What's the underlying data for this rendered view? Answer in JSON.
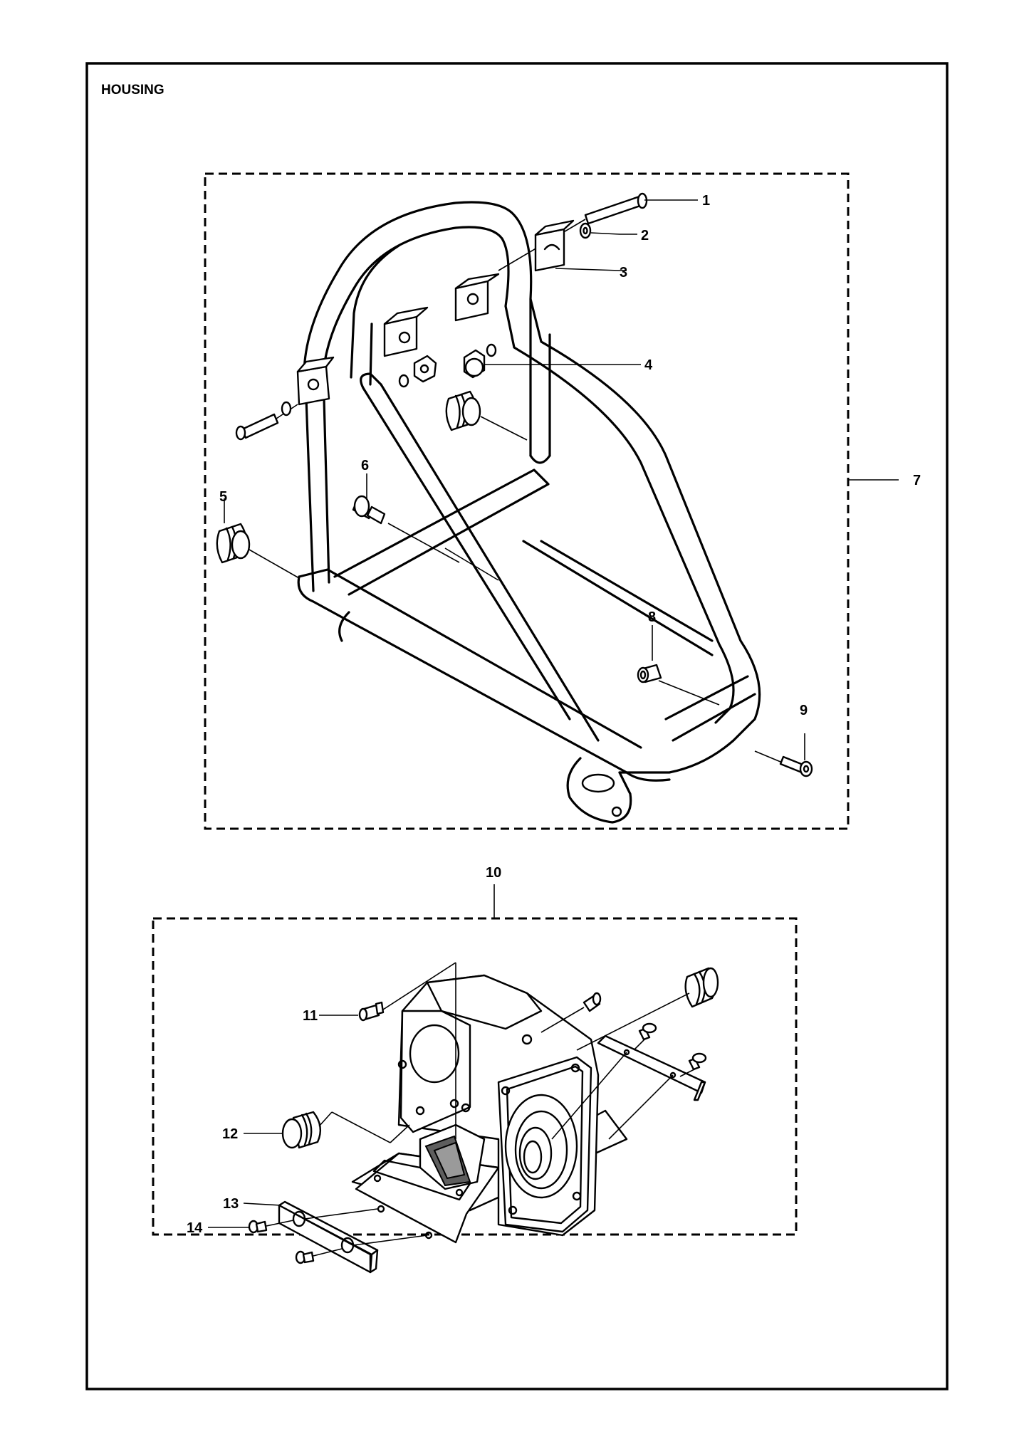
{
  "title": "HOUSING",
  "labels": {
    "p1": "1",
    "p2": "2",
    "p3": "3",
    "p4": "4",
    "p5": "5",
    "p6": "6",
    "p7": "7",
    "p8": "8",
    "p9": "9",
    "p10": "10",
    "p11": "11",
    "p12": "12",
    "p13": "13",
    "p14": "14"
  }
}
